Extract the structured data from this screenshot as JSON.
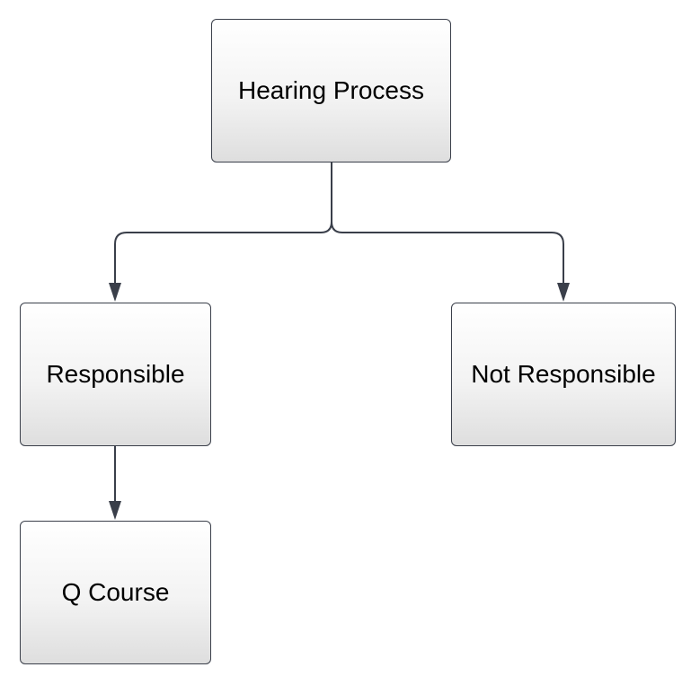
{
  "diagram": {
    "nodes": {
      "hearing_process": {
        "label": "Hearing Process"
      },
      "responsible": {
        "label": "Responsible"
      },
      "not_responsible": {
        "label": "Not Responsible"
      },
      "q_course": {
        "label": "Q Course"
      }
    },
    "edges": [
      {
        "from": "hearing_process",
        "to": "responsible"
      },
      {
        "from": "hearing_process",
        "to": "not_responsible"
      },
      {
        "from": "responsible",
        "to": "q_course"
      }
    ],
    "colors": {
      "line": "#3a3f4a",
      "box_border": "#3a3f4a",
      "box_fill_top": "#ffffff",
      "box_fill_bottom": "#dedede",
      "text": "#000000"
    }
  }
}
